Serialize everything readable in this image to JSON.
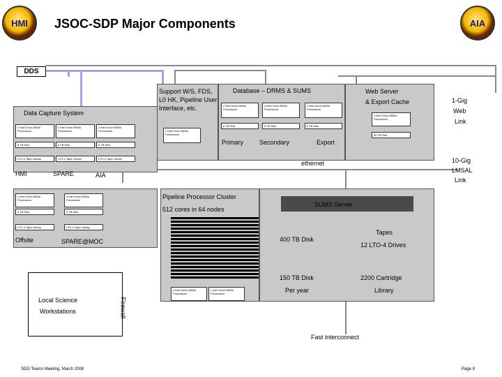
{
  "title": "JSOC-SDP  Major Components",
  "logos": {
    "left": "HMI",
    "right": "AIA"
  },
  "dds": "DDS",
  "capture": {
    "title": "Data Capture System",
    "server": [
      "x Intel Xeon 5600s",
      "Processors"
    ],
    "disk": "8 TB Disk",
    "tape": "LTO-4 Tape Library",
    "labels": [
      "HMI",
      "SPARE",
      "AIA"
    ]
  },
  "offsite": {
    "server": [
      "x Intel Xeon 5600s",
      "Processors"
    ],
    "disk": "3 TB Disk",
    "tape": "LTO-4 Tape Library",
    "labels": [
      "Offsite",
      "SPARE@MOC"
    ]
  },
  "support": {
    "text": "Support W/S, FDS, L0 HK, Pipeline User Interface, etc.",
    "server": [
      "x Intel Xeon 5600s",
      "Processors"
    ]
  },
  "database": {
    "title": "Database – DRMS & SUMS",
    "server": [
      "x Intel Xeon 5600s",
      "Processors"
    ],
    "disk": "8 TB Disk",
    "labels": [
      "Primary",
      "Secondary",
      "Export"
    ]
  },
  "webserver": {
    "title": [
      "Web Server",
      "& Export Cache"
    ],
    "server": [
      "x Intel Xeon 5600s",
      "Processors"
    ],
    "disk": "50 TB Disk"
  },
  "web_link": [
    "1-Gig",
    "Web",
    "Link"
  ],
  "lmsal_link": [
    "10-Gig",
    "LMSAL",
    "Link"
  ],
  "ethernet": "ethernet",
  "pipeline": {
    "title": "Pipeline Processor Cluster",
    "subtitle": "512 cores in 64 nodes",
    "server": [
      "x Intel Xeon 5600s",
      "Processors"
    ]
  },
  "sums": {
    "title": "SUMS Server",
    "disk": "400 TB Disk",
    "tapes": [
      "Tapes",
      "12 LTO-4 Drives"
    ],
    "disk2": "150 TB Disk",
    "per_year": "Per year",
    "library": [
      "2200 Cartridge",
      "Library"
    ]
  },
  "local": [
    "Local Science",
    "Workstations"
  ],
  "firewall": "Firewall",
  "fast": "Fast interconnect",
  "footer": {
    "left": "SDO Teams Meeting, March 2008",
    "right": "Page 8"
  }
}
